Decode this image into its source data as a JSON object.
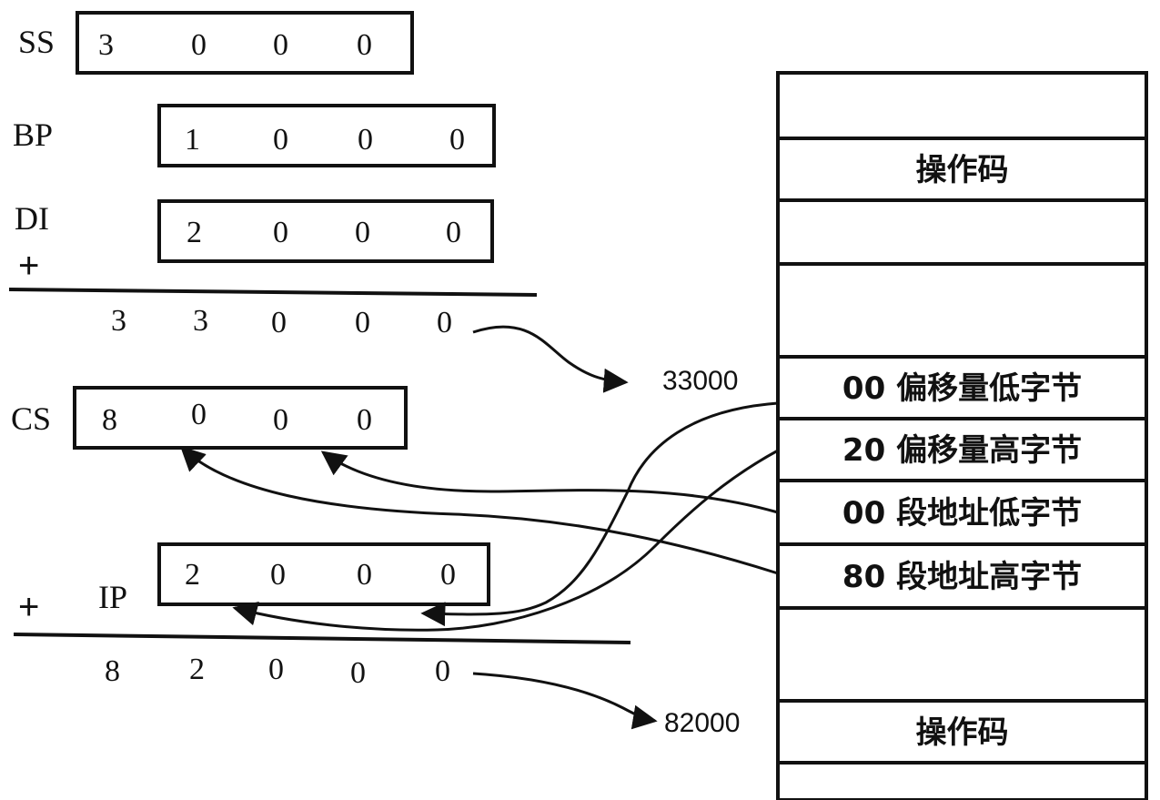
{
  "registers": {
    "ss": {
      "label": "SS",
      "digits": [
        "3",
        "0",
        "0",
        "0"
      ]
    },
    "bp": {
      "label": "BP",
      "digits": [
        "1",
        "0",
        "0",
        "0"
      ]
    },
    "di": {
      "label": "DI",
      "digits": [
        "2",
        "0",
        "0",
        "0"
      ]
    },
    "cs": {
      "label": "CS",
      "digits": [
        "8",
        "0",
        "0",
        "0"
      ]
    },
    "ip": {
      "label": "IP",
      "digits": [
        "2",
        "0",
        "0",
        "0"
      ]
    }
  },
  "sums": {
    "plus_sign": "+",
    "data_sum": [
      "3",
      "3",
      "0",
      "0",
      "0"
    ],
    "code_sum": [
      "8",
      "2",
      "0",
      "0",
      "0"
    ]
  },
  "addresses": {
    "data_addr": "33000",
    "code_addr": "82000"
  },
  "memory": {
    "cells": [
      "",
      "操作码",
      "",
      "",
      "00 偏移量低字节",
      "20 偏移量高字节",
      "00 段地址低字节",
      "80 段地址高字节",
      "",
      "操作码",
      ""
    ]
  },
  "colors": {
    "ink": "#111111",
    "background": "#ffffff"
  }
}
